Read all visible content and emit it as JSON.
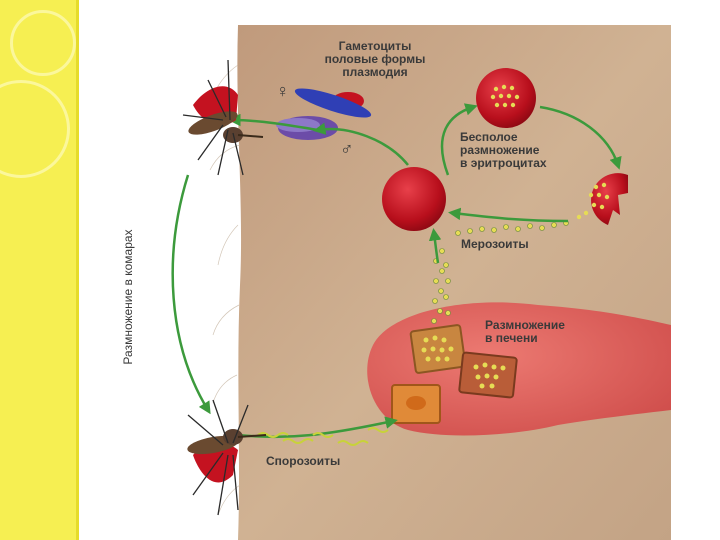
{
  "slide": {
    "band_color": "#f6ef52",
    "background": "#ffffff"
  },
  "diagram": {
    "labels": {
      "gametocytes": "Гаметоциты\nполовые формы\nплазмодия",
      "asexual": "Бесполое\nразмножение\nв эритроцитах",
      "merozoites": "Мерозоиты",
      "liver": "Размножение\nв печени",
      "sporozoites": "Спорозоиты",
      "mosquito": "Размножение в комарах"
    },
    "symbols": {
      "female": "♀",
      "male": "♂"
    },
    "colors": {
      "skin": "#c9aa8c",
      "liver": "#dd5f5a",
      "rbc": "#c41220",
      "arrow": "#3c9a3c",
      "parasite": "#e6dc55"
    }
  }
}
